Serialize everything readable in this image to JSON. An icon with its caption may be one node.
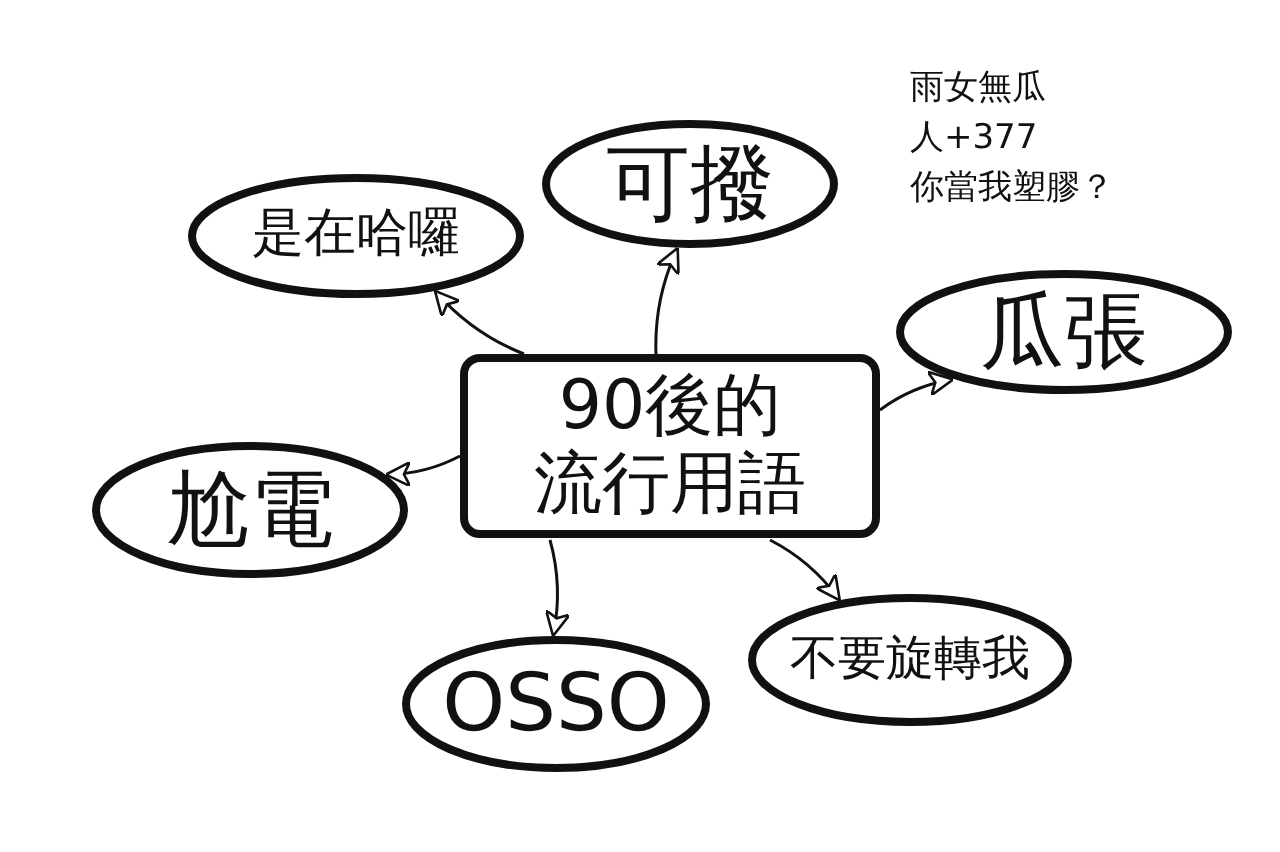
{
  "diagram": {
    "nodes": [
      {
        "text": [
          "90後的流行用語"
        ]
      },
      {
        "text": [
          "是在哈囉"
        ]
      },
      {
        "text": [
          "可撥"
        ]
      },
      {
        "text": [
          "瓜張"
        ]
      },
      {
        "text": [
          "尬電"
        ]
      },
      {
        "text": [
          "OSSO"
        ]
      },
      {
        "text": [
          "不要旋轉我"
        ]
      }
    ],
    "edges": [
      {
        "from": 0,
        "to": 1,
        "arrow": "to"
      },
      {
        "from": 0,
        "to": 2,
        "arrow": "to"
      },
      {
        "from": 0,
        "to": 3,
        "arrow": "to"
      },
      {
        "from": 0,
        "to": 4,
        "arrow": "to"
      },
      {
        "from": 0,
        "to": 5,
        "arrow": "to"
      },
      {
        "from": 0,
        "to": 6,
        "arrow": "to"
      }
    ],
    "labels": [
      "雨女無瓜",
      "人+377",
      "你當我塑膠？"
    ]
  }
}
